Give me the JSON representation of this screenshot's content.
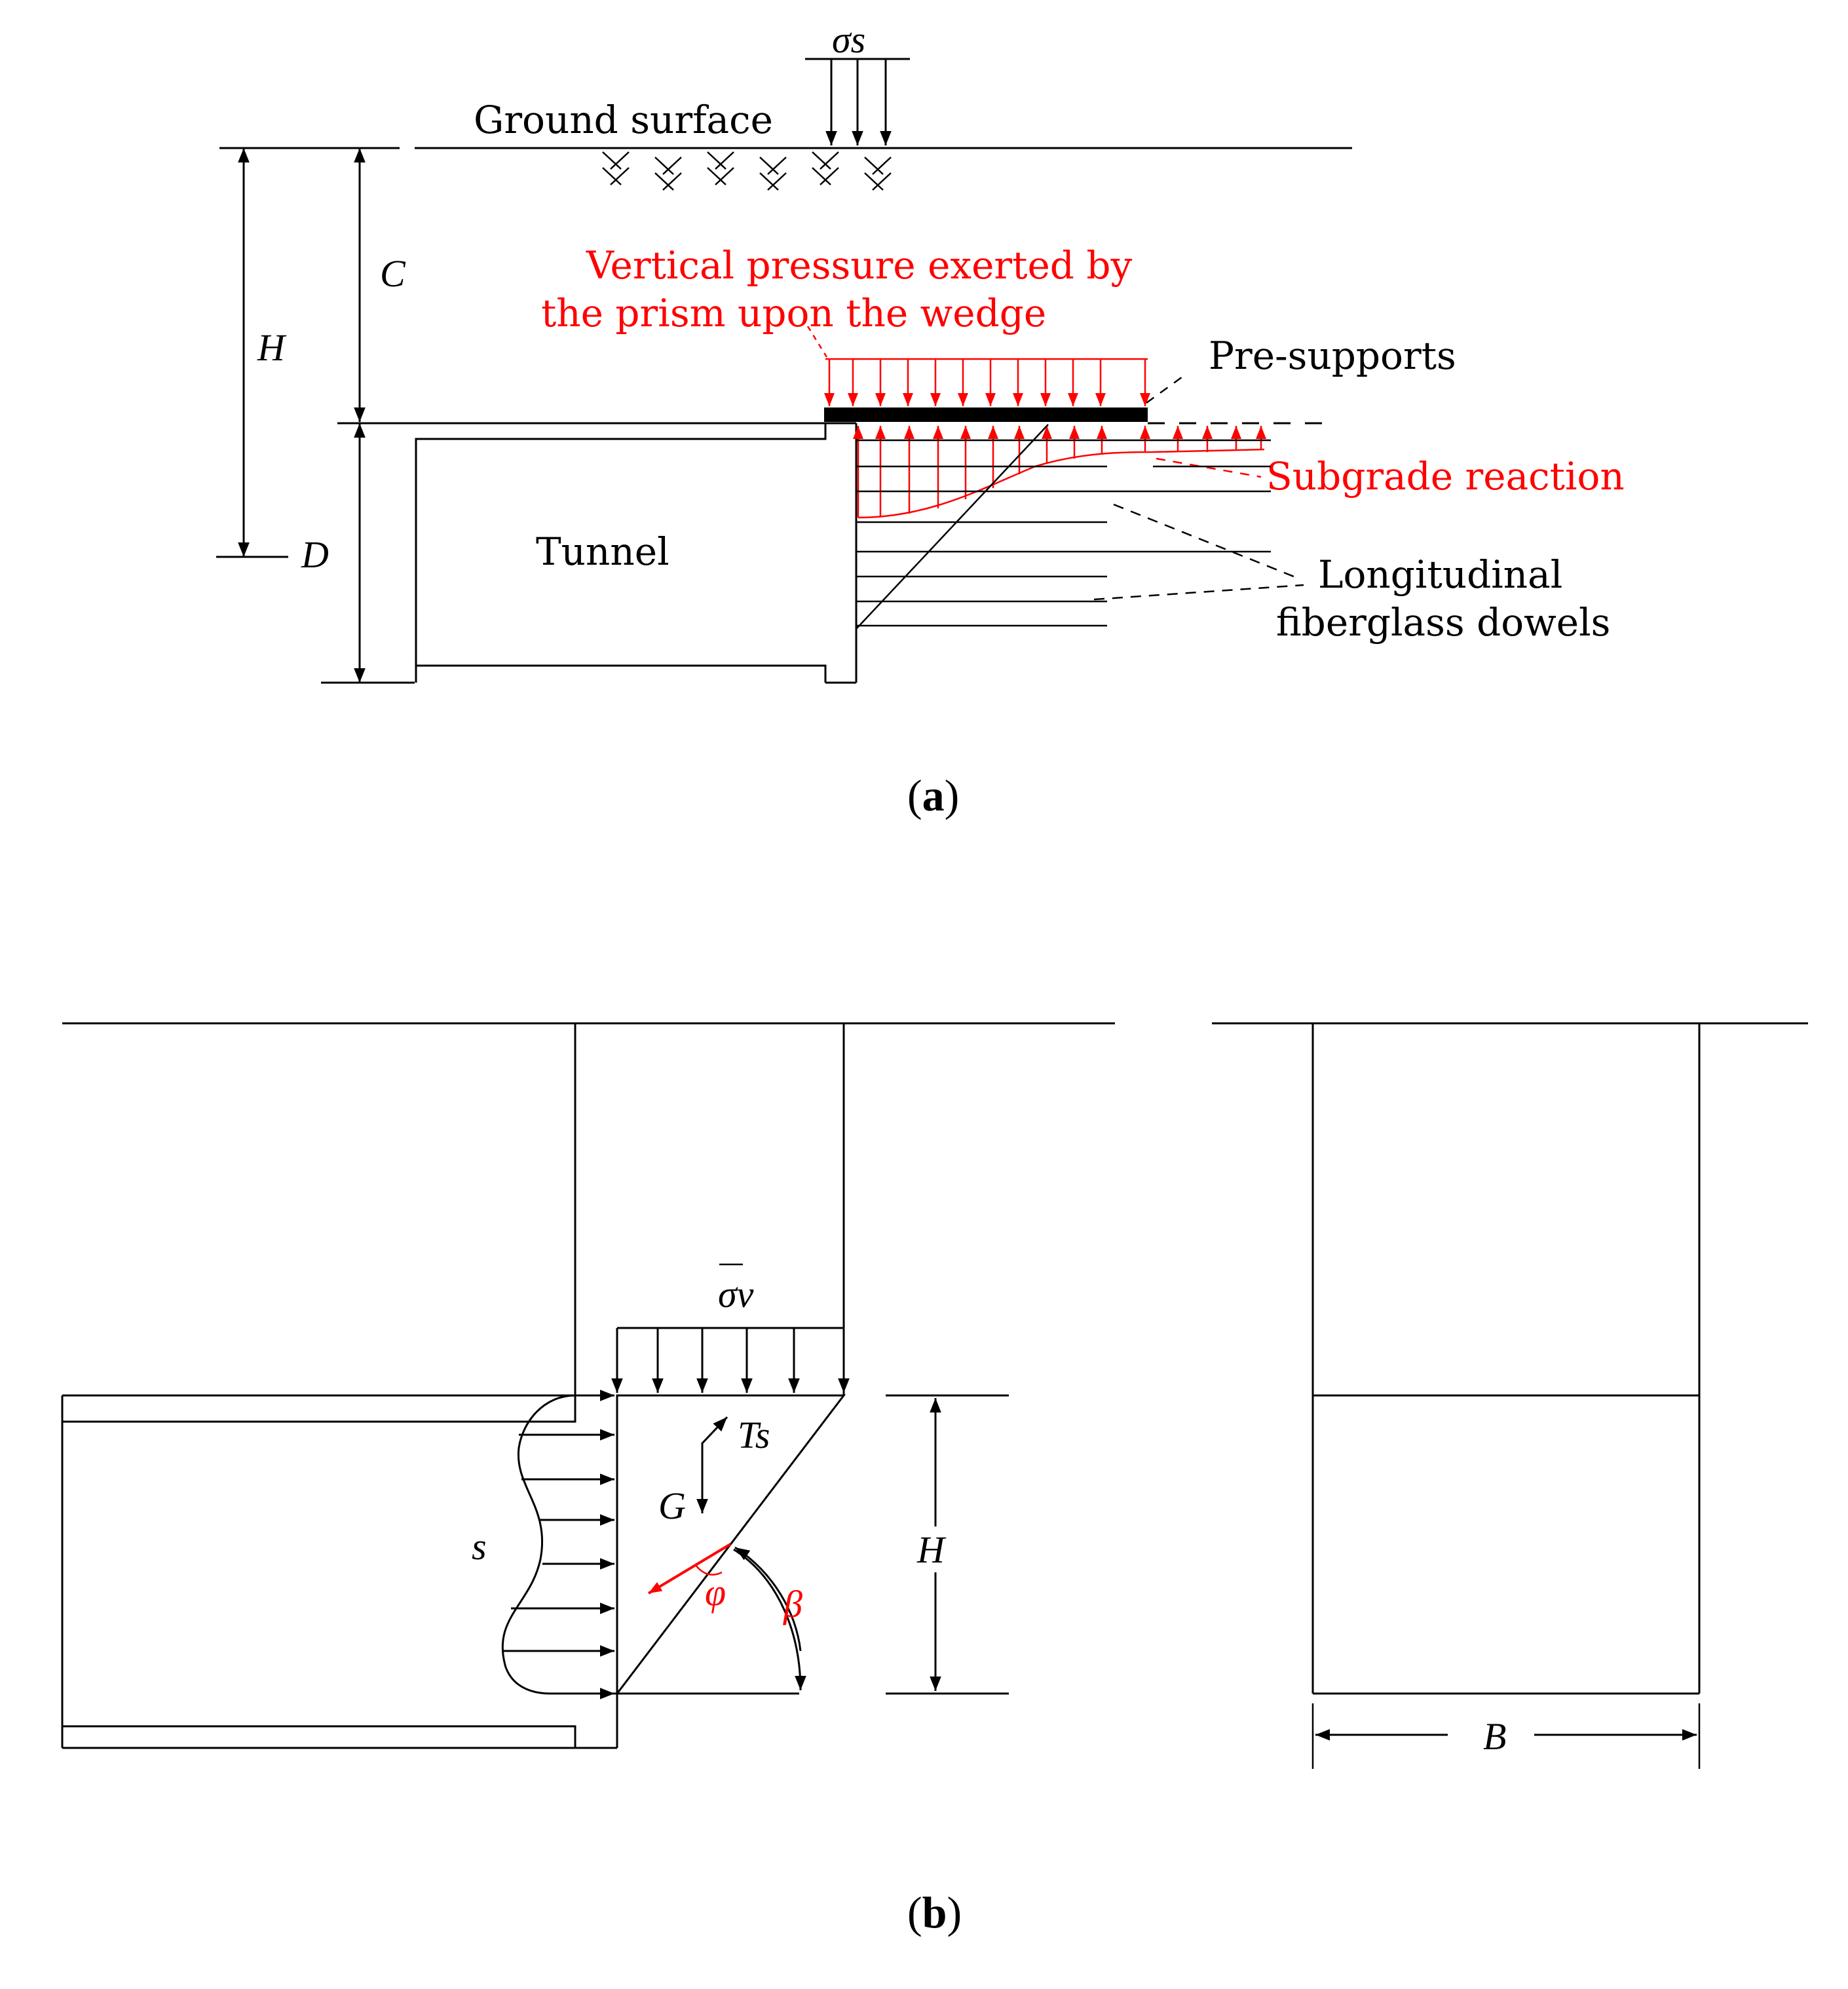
{
  "panel_a": {
    "sigma_s": "σs",
    "ground_surface": "Ground surface",
    "dim_C": "C",
    "dim_H": "H",
    "dim_D": "D",
    "vertical_pressure_line1": "Vertical pressure exerted by",
    "vertical_pressure_line2": "the prism upon the wedge",
    "pre_supports": "Pre-supports",
    "subgrade_reaction": "Subgrade reaction",
    "tunnel": "Tunnel",
    "dowels_line1": "Longitudinal",
    "dowels_line2": "fiberglass dowels",
    "caption_open": "(",
    "caption_letter": "a",
    "caption_close": ")"
  },
  "panel_b": {
    "sigma_v": "σv",
    "tension": "Ts",
    "weight": "G",
    "support": "s",
    "phi": "φ",
    "beta": "β",
    "dim_H": "H",
    "dim_B": "B",
    "caption_open": "(",
    "caption_letter": "b",
    "caption_close": ")"
  },
  "colors": {
    "line": "#000000",
    "highlight": "#ff0000"
  }
}
